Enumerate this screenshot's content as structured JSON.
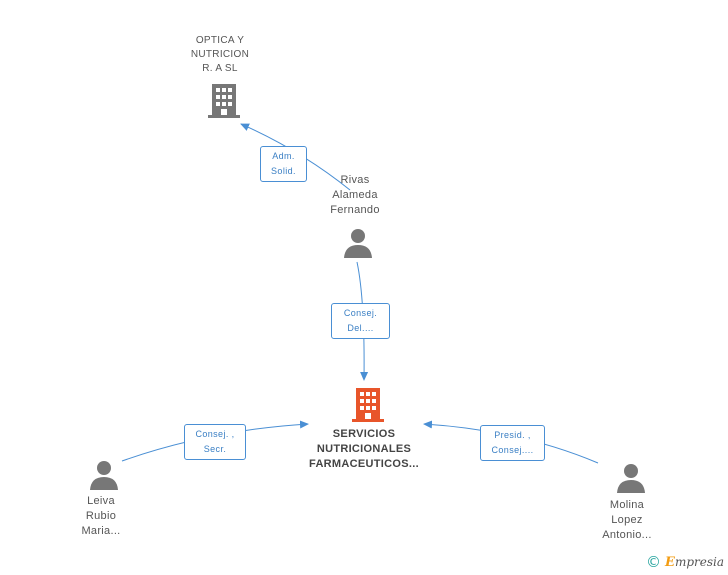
{
  "nodes": {
    "optica": {
      "label": "OPTICA Y\nNUTRICION\nR.  A SL",
      "type": "company",
      "color": "#777777"
    },
    "servicios": {
      "label": "SERVICIOS\nNUTRICIONALES\nFARMACEUTICOS...",
      "type": "company-main",
      "color": "#e8552a"
    },
    "rivas": {
      "label": "Rivas\nAlameda\nFernando",
      "type": "person",
      "color": "#777777"
    },
    "leiva": {
      "label": "Leiva\nRubio\nMaria...",
      "type": "person",
      "color": "#777777"
    },
    "molina": {
      "label": "Molina\nLopez\nAntonio...",
      "type": "person",
      "color": "#777777"
    }
  },
  "edges": {
    "rivas_optica": {
      "label": "Adm.\nSolid."
    },
    "rivas_servicios": {
      "label": "Consej.\nDel...."
    },
    "leiva_servicios": {
      "label": "Consej. ,\nSecr."
    },
    "molina_servicios": {
      "label": "Presid. ,\nConsej...."
    }
  },
  "colors": {
    "edge": "#4a8fd4"
  },
  "footer": {
    "copyright_symbol": "©",
    "brand_initial": "E",
    "brand_rest": "mpresia"
  }
}
